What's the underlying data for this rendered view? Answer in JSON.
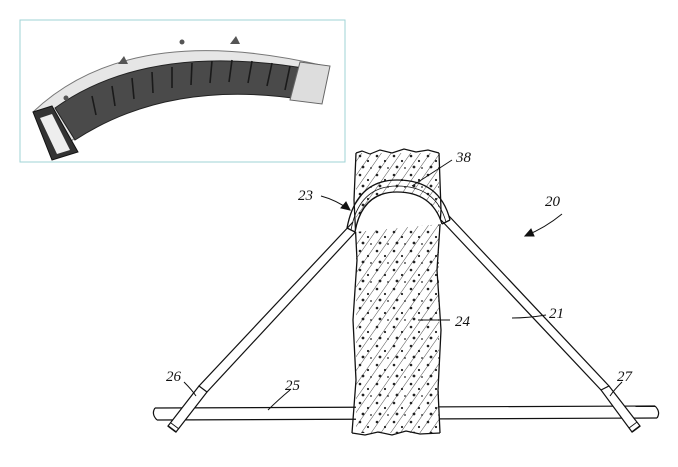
{
  "figure": {
    "labels": {
      "support_device": "20",
      "strut": "21",
      "saddle": "23",
      "pole": "24",
      "ground_beam": "25",
      "left_foot": "26",
      "right_foot": "27",
      "pad": "38"
    },
    "inset": {
      "description": "curved ribbed saddle component"
    }
  },
  "colors": {
    "ink": "#111111",
    "inset_border": "#9fd3d6",
    "saddle_dark": "#4a4a4a",
    "saddle_light": "#e6e6e6"
  }
}
